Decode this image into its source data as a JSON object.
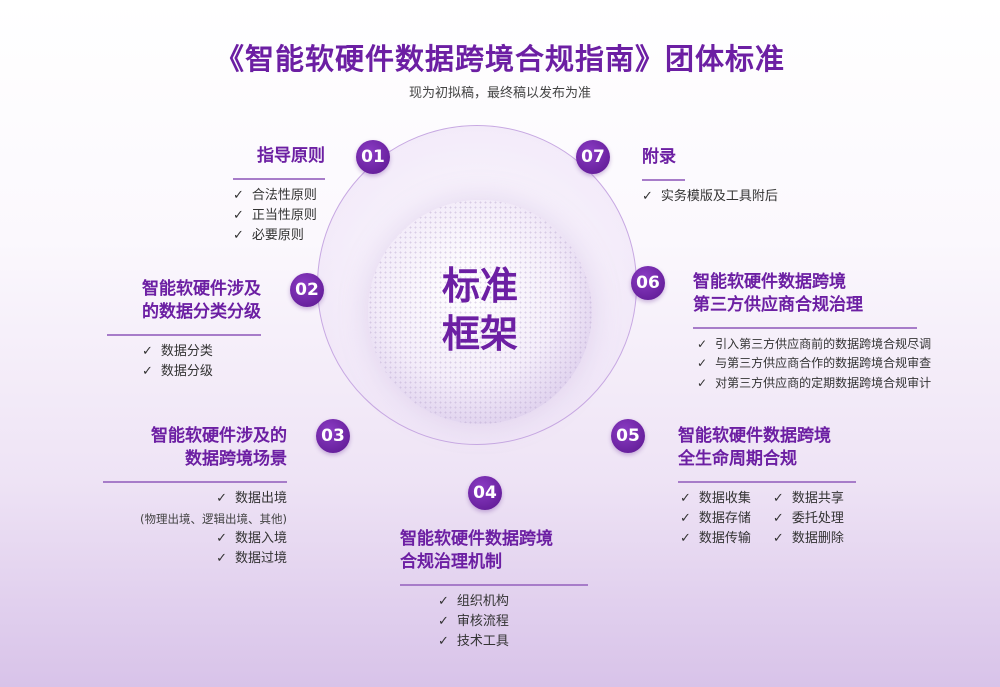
{
  "title": "《智能软硬件数据跨境合规指南》团体标准",
  "subtitle": "现为初拟稿，最终稿以发布为准",
  "center": [
    "标准",
    "框架"
  ],
  "check": "✓",
  "s01": {
    "num": "01",
    "title": "指导原则",
    "items": [
      "合法性原则",
      "正当性原则",
      "必要原则"
    ]
  },
  "s02": {
    "num": "02",
    "title": [
      "智能软硬件涉及",
      "的数据分类分级"
    ],
    "items": [
      "数据分类",
      "数据分级"
    ]
  },
  "s03": {
    "num": "03",
    "title": [
      "智能软硬件涉及的",
      "数据跨境场景"
    ],
    "items": [
      "数据出境",
      "数据入境",
      "数据过境"
    ],
    "note": "(物理出境、逻辑出境、其他)"
  },
  "s04": {
    "num": "04",
    "title": [
      "智能软硬件数据跨境",
      "合规治理机制"
    ],
    "items": [
      "组织机构",
      "审核流程",
      "技术工具"
    ]
  },
  "s05": {
    "num": "05",
    "title": [
      "智能软硬件数据跨境",
      "全生命周期合规"
    ],
    "col1": [
      "数据收集",
      "数据存储",
      "数据传输"
    ],
    "col2": [
      "数据共享",
      "委托处理",
      "数据删除"
    ]
  },
  "s06": {
    "num": "06",
    "title": [
      "智能软硬件数据跨境",
      "第三方供应商合规治理"
    ],
    "items": [
      "引入第三方供应商前的数据跨境合规尽调",
      "与第三方供应商合作的数据跨境合规审查",
      "对第三方供应商的定期数据跨境合规审计"
    ]
  },
  "s07": {
    "num": "07",
    "title": "附录",
    "items": [
      "实务模版及工具附后"
    ]
  }
}
